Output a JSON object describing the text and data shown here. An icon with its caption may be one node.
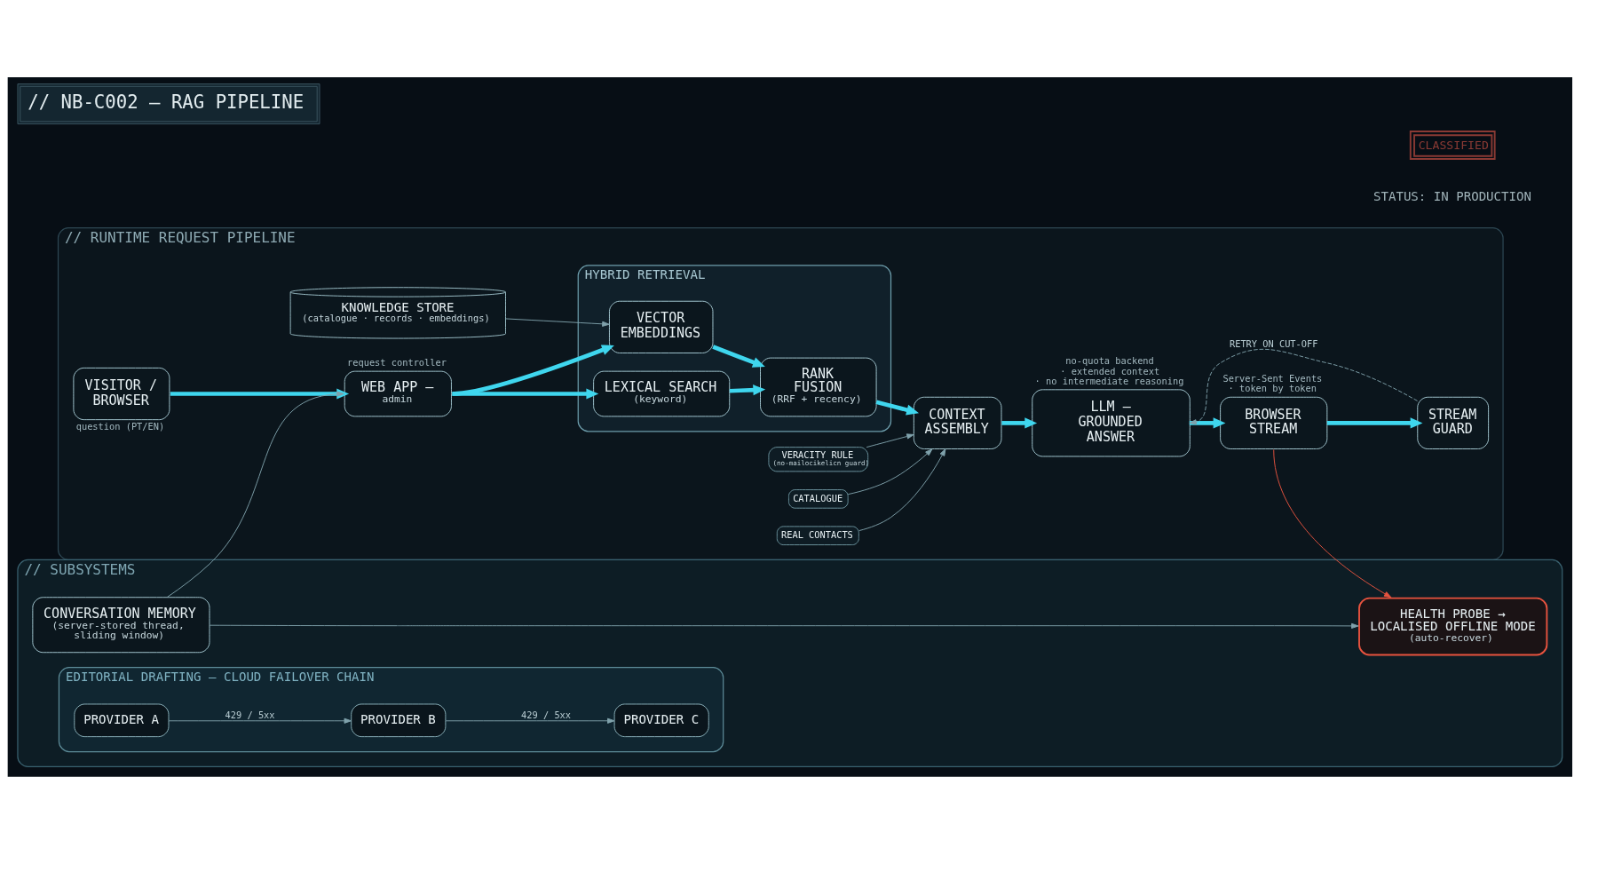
{
  "diagram": {
    "title": "// NB-C002 — RAG PIPELINE",
    "nodes": [
      {
        "text": [
          "// RUNTIME REQUEST PIPELINE"
        ]
      },
      {
        "text": [
          "VISITOR / BROWSER"
        ],
        "in": 0,
        "beside": [
          "question (PT/EN)"
        ]
      },
      {
        "text": [
          "WEB APP —",
          "admin"
        ],
        "in": 0,
        "beside": [
          "request controller"
        ]
      },
      {
        "text": [
          "HYBRID RETRIEVAL"
        ],
        "in": 0
      },
      {
        "text": [
          "LEXICAL SEARCH",
          "(keyword)"
        ],
        "in": 3
      },
      {
        "text": [
          "VECTOR EMBEDDINGS"
        ],
        "in": 3
      },
      {
        "text": [
          "RANK FUSION",
          "(RRF + recency)"
        ],
        "in": 3
      },
      {
        "text": [
          "KNOWLEDGE STORE",
          "(catalogue · records · embeddings)"
        ],
        "in": 0
      },
      {
        "text": [
          "CATALOGUE"
        ],
        "in": 0
      },
      {
        "text": [
          "REAL CONTACTS"
        ],
        "in": 0
      },
      {
        "text": [
          "VERACITY RULE",
          "(no-mailocikelicn guard)"
        ],
        "in": 0
      },
      {
        "text": [
          "CONTEXT ASSEMBLY"
        ],
        "in": 0
      },
      {
        "text": [
          "LLM — GROUNDED ANSWER"
        ],
        "in": 0,
        "beside": [
          "no-quota backend · extended context · no intermediate reasoning"
        ]
      },
      {
        "text": [
          "BROWSER STREAM"
        ],
        "in": 0,
        "beside": [
          "Server-Sent Events · token by token"
        ]
      },
      {
        "text": [
          "STREAM GUARD"
        ],
        "in": 0
      },
      {
        "text": [
          "// SUBSYSTEMS"
        ]
      },
      {
        "text": [
          "CONVERSATION MEMORY",
          "(server-stored thread, sliding window)"
        ],
        "in": 15
      },
      {
        "text": [
          "HEALTH PROBE → LOCALISED OFFLINE MODE",
          "(auto-recover)"
        ],
        "in": 15
      },
      {
        "text": [
          "EDITORIAL DRAFTING — CLOUD FAILOVER CHAIN"
        ],
        "in": 15
      },
      {
        "text": [
          "PROVIDER A"
        ],
        "in": 18
      },
      {
        "text": [
          "PROVIDER B"
        ],
        "in": 18
      },
      {
        "text": [
          "PROVIDER C"
        ],
        "in": 18
      }
    ],
    "edges": [
      {
        "from": 1,
        "to": 2,
        "arrow": "to",
        "style": "thick",
        "color": "#3fd6ee"
      },
      {
        "from": 2,
        "to": 4,
        "arrow": "to",
        "style": "thick",
        "color": "#3fd6ee"
      },
      {
        "from": 2,
        "to": 5,
        "arrow": "to",
        "style": "thick",
        "color": "#3fd6ee"
      },
      {
        "from": 4,
        "to": 6,
        "arrow": "to",
        "style": "thick",
        "color": "#3fd6ee"
      },
      {
        "from": 5,
        "to": 6,
        "arrow": "to",
        "style": "thick",
        "color": "#3fd6ee"
      },
      {
        "from": 6,
        "to": 11,
        "arrow": "to",
        "style": "thick",
        "color": "#3fd6ee"
      },
      {
        "from": 11,
        "to": 12,
        "arrow": "to",
        "style": "thick",
        "color": "#3fd6ee"
      },
      {
        "from": 12,
        "to": 13,
        "arrow": "to",
        "style": "thick",
        "color": "#3fd6ee"
      },
      {
        "from": 13,
        "to": 14,
        "arrow": "to",
        "style": "thick",
        "color": "#3fd6ee"
      },
      {
        "from": 14,
        "to": 12,
        "arrow": "to",
        "style": "dashed",
        "label": "RETRY ON CUT-OFF"
      },
      {
        "from": 7,
        "to": 5,
        "arrow": "to"
      },
      {
        "from": 8,
        "to": 11,
        "arrow": "to"
      },
      {
        "from": 9,
        "to": 11,
        "arrow": "to"
      },
      {
        "from": 10,
        "to": 11,
        "arrow": "to"
      },
      {
        "from": 16,
        "to": 2,
        "arrow": "to"
      },
      {
        "from": 16,
        "to": 17,
        "arrow": "to"
      },
      {
        "from": 13,
        "to": 17,
        "arrow": "to",
        "color": "#e8533f"
      },
      {
        "from": 19,
        "to": 20,
        "arrow": "to",
        "label": "429 / 5xx"
      },
      {
        "from": 20,
        "to": 21,
        "arrow": "to",
        "label": "429 / 5xx"
      }
    ],
    "labels": [
      "STATUS: IN PRODUCTION",
      "CLASSIFIED"
    ]
  }
}
